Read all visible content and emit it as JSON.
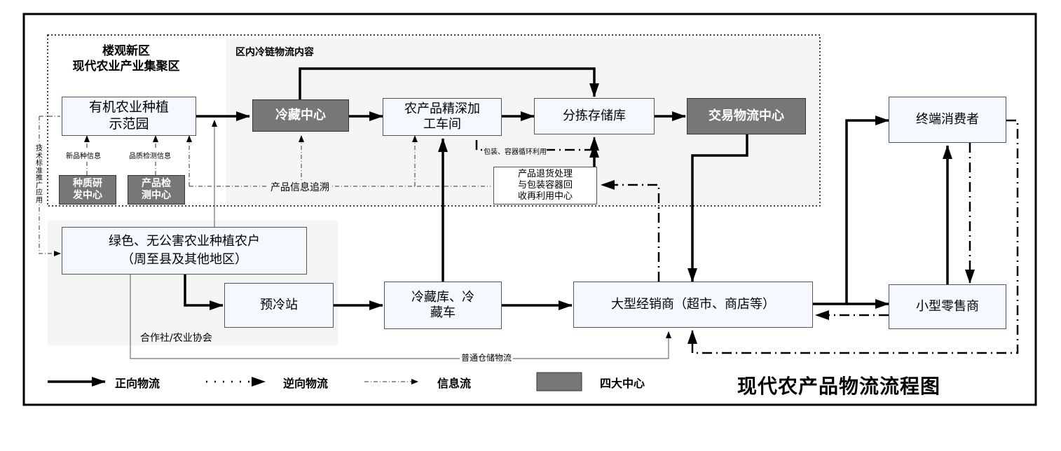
{
  "title": "现代农产品物流流程图",
  "zone_title": "楼观新区\n现代农业产业集聚区",
  "coldchain_title": "区内冷链物流内容",
  "coop_label": "合作社/农业协会",
  "nodes": {
    "organic_park": "有机农业种植\n示范园",
    "cold_storage_center": "冷藏中心",
    "processing": "农产品精深加\n工车间",
    "sorting": "分拣存储库",
    "trade_center": "交易物流中心",
    "seed_rd": "种质研\n发中心",
    "inspection": "产品检\n测中心",
    "returns_center": "产品退货处理\n与包装容器回\n收再利用中心",
    "farmers": "绿色、无公害农业种植农户\n（周至县及其他地区）",
    "precooling": "预冷站",
    "cold_truck": "冷藏库、冷\n藏车",
    "distributor": "大型经销商（超市、商店等）",
    "consumer": "终端消费者",
    "retailer": "小型零售商"
  },
  "annotations": {
    "seed_info": "新品种信息",
    "quality_info": "品质检测信息",
    "packaging_recycle": "包装、容器循环利用",
    "trace": "产品信息追溯",
    "tech_standard": "技术标准推广应用",
    "warehouse": "普通仓储物流"
  },
  "legend": {
    "forward": "正向物流",
    "reverse": "逆向物流",
    "info": "信息流",
    "centers": "四大中心"
  },
  "colors": {
    "center_fill": "#777777",
    "node_fill": "#f4f8ff",
    "region_fill": "#f5f5f5"
  }
}
